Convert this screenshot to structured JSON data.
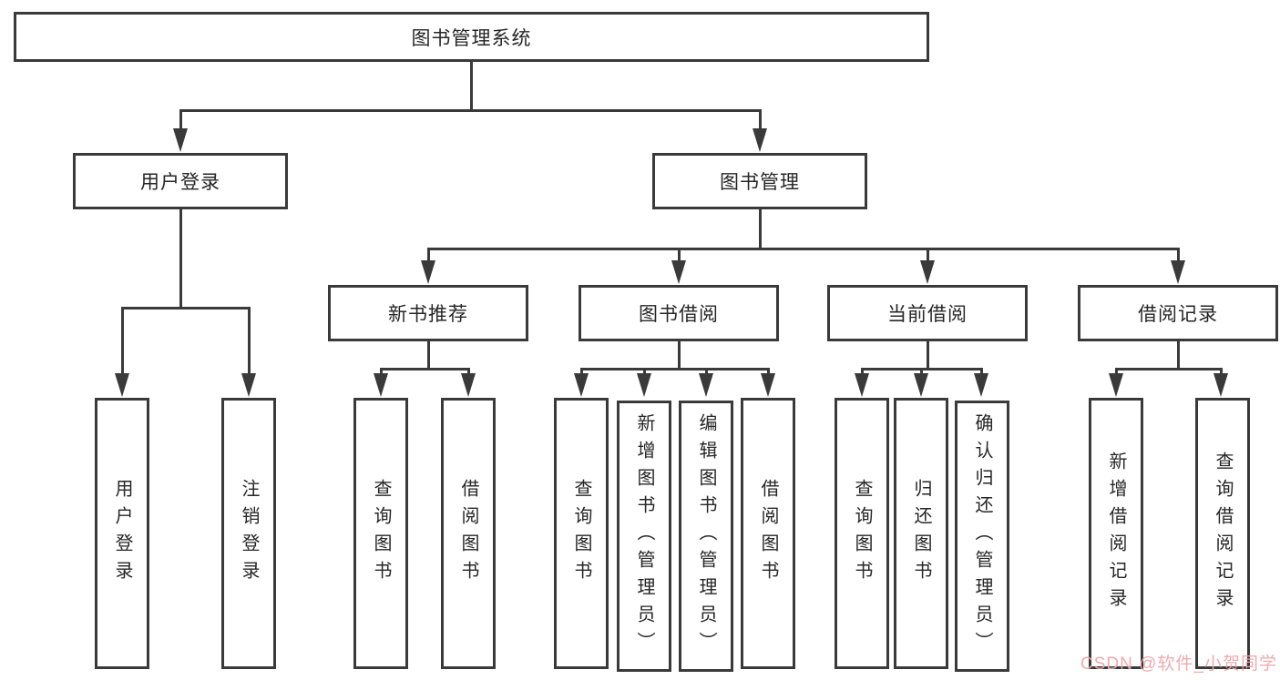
{
  "diagram": {
    "root": {
      "label": "图书管理系统"
    },
    "branches": [
      {
        "label": "用户登录",
        "leaves": [
          {
            "label": "用户登录"
          },
          {
            "label": "注销登录"
          }
        ]
      },
      {
        "label": "图书管理",
        "groups": [
          {
            "label": "新书推荐",
            "leaves": [
              {
                "label": "查询图书"
              },
              {
                "label": "借阅图书"
              }
            ]
          },
          {
            "label": "图书借阅",
            "leaves": [
              {
                "label": "查询图书"
              },
              {
                "label": "新增图书（管理员）"
              },
              {
                "label": "编辑图书（管理员）"
              },
              {
                "label": "借阅图书"
              }
            ]
          },
          {
            "label": "当前借阅",
            "leaves": [
              {
                "label": "查询图书"
              },
              {
                "label": "归还图书"
              },
              {
                "label": "确认归还（管理员）"
              }
            ]
          },
          {
            "label": "借阅记录",
            "leaves": [
              {
                "label": "新增借阅记录"
              },
              {
                "label": "查询借阅记录"
              }
            ]
          }
        ]
      }
    ],
    "watermark": {
      "text": "CSDN @软件_小贺同学"
    },
    "colors": {
      "line": "#3a3a3a",
      "text": "#262626",
      "watermark": "#efa6ab",
      "background": "#ffffff"
    }
  }
}
